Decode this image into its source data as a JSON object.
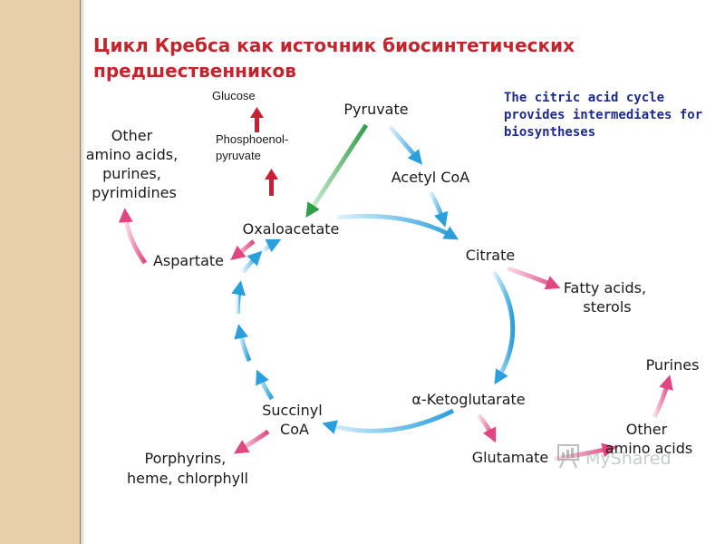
{
  "slide": {
    "title": "Цикл Кребса как источник биосинтетических предшественников",
    "note": "The citric acid cycle provides intermediates for biosyntheses"
  },
  "nodes": {
    "pyruvate": "Pyruvate",
    "acetyl_coa": "Acetyl CoA",
    "citrate": "Citrate",
    "fatty_acids": [
      "Fatty acids,",
      "sterols"
    ],
    "alpha_ketoglutarate": "α-Ketoglutarate",
    "glutamate": "Glutamate",
    "other_amino_acids_right": [
      "Other",
      "amino acids"
    ],
    "purines": "Purines",
    "succinyl_coa": [
      "Succinyl",
      "CoA"
    ],
    "porphyrins": [
      "Porphyrins,",
      "heme, chlorphyll"
    ],
    "oxaloacetate": "Oxaloacetate",
    "aspartate": "Aspartate",
    "other_amino_acids_left": [
      "Other",
      "amino acids,",
      "purines,",
      "pyrimidines"
    ],
    "glucose": "Glucose",
    "phosphoenolpyruvate": [
      "Phosphoenol-",
      "pyruvate"
    ]
  },
  "watermark": "MyShared",
  "colors": {
    "title": "#c0262b",
    "note": "#1c2a8f",
    "cycle_arrow": "#35a9e0",
    "biosynthesis_arrow": "#e0467f",
    "pyruvate_carboxylase_arrow": "#33a84a",
    "gluconeogenesis_arrow": "#c61f36",
    "sidebar": "#e6cfaa"
  },
  "icons": [
    "watermark-logo-icon"
  ]
}
